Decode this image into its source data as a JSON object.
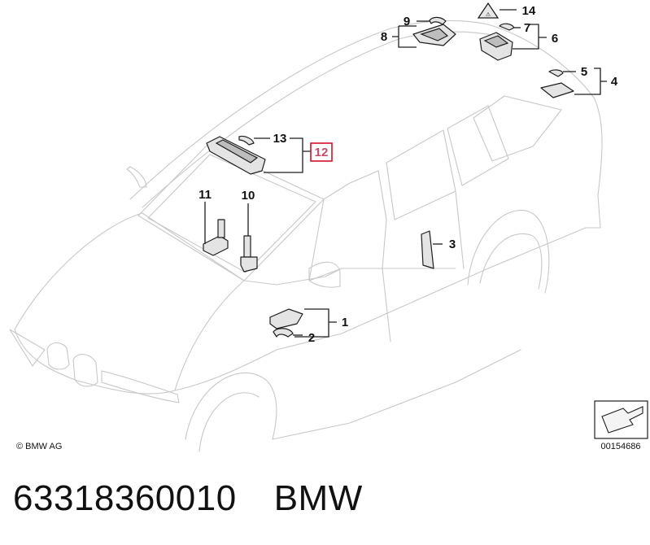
{
  "copyright": "© BMW AG",
  "diagram_id": "00154686",
  "part_number": "63318360010",
  "brand": "BMW",
  "highlight_color": "#d0102a",
  "callouts": {
    "c1": "1",
    "c2": "2",
    "c3": "3",
    "c4": "4",
    "c5": "5",
    "c6": "6",
    "c7": "7",
    "c8": "8",
    "c9": "9",
    "c10": "10",
    "c11": "11",
    "c12": "12",
    "c13": "13",
    "c14": "14"
  },
  "highlighted_callout": "12"
}
